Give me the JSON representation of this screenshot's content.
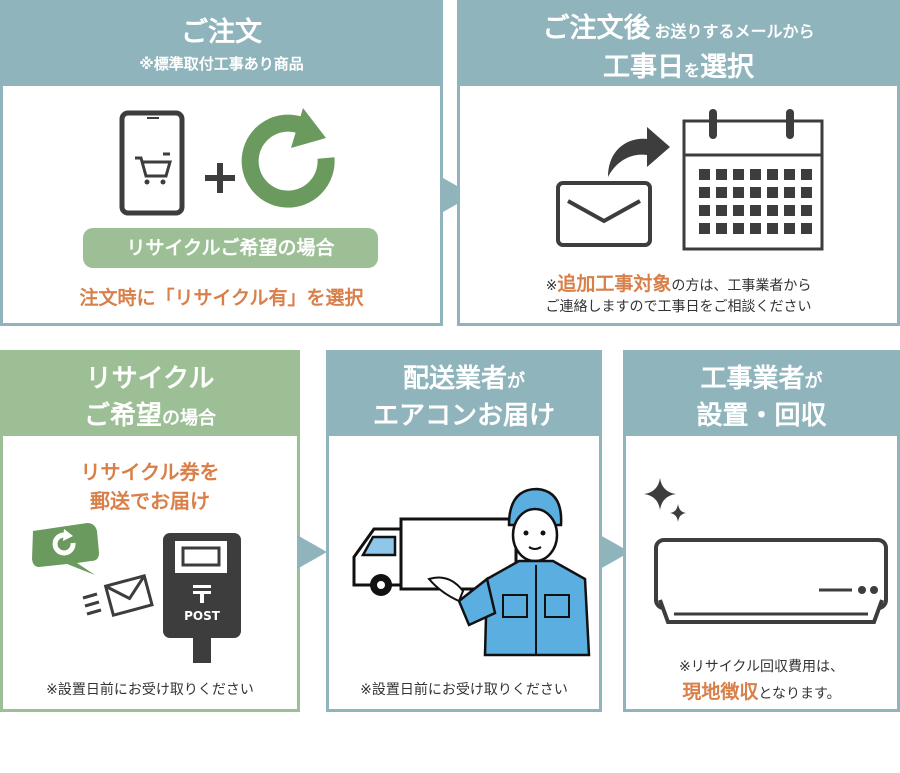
{
  "colors": {
    "teal": "#8fb4bb",
    "green": "#9cbf95",
    "orange": "#d9804a",
    "icon_dark": "#3d3d3d",
    "recycle_green": "#6a9a5e",
    "worker_blue": "#5aaee0"
  },
  "step1": {
    "title": "ご注文",
    "subtitle": "※標準取付工事あり商品",
    "icons": [
      "smartphone-cart-icon",
      "plus-icon",
      "recycle-arrow-icon"
    ],
    "pill": "リサイクルご希望の場合",
    "note": "注文時に「リサイクル有」を選択"
  },
  "step2": {
    "title_big": "ご注文後",
    "title_small": "お送りするメールから",
    "title2_big1": "工事日",
    "title2_small": "を",
    "title2_big2": "選択",
    "icons": [
      "envelope-icon",
      "curved-arrow-icon",
      "calendar-icon"
    ],
    "note_prefix": "※",
    "note_highlight": "追加工事対象",
    "note_rest": "の方は、工事業者から",
    "note_line2": "ご連絡しますので工事日をご相談ください"
  },
  "step3": {
    "title_line1": "リサイクル",
    "title_big": "ご希望",
    "title_small": "の場合",
    "highlight_line1": "リサイクル券を",
    "highlight_line2": "郵送でお届け",
    "post_label": "POST",
    "icons": [
      "recycle-chat-bubble-icon",
      "flying-envelope-icon",
      "postbox-icon"
    ],
    "note": "※設置日前にお受け取りください"
  },
  "step4": {
    "title_big": "配送業者",
    "title_small": "が",
    "title_line2": "エアコンお届け",
    "icons": [
      "delivery-truck-icon",
      "delivery-worker-icon"
    ],
    "note": "※設置日前にお受け取りください"
  },
  "step5": {
    "title_big": "工事業者",
    "title_small": "が",
    "title_line2": "設置・回収",
    "icons": [
      "sparkle-icon",
      "air-conditioner-icon"
    ],
    "note_line1": "※リサイクル回収費用は、",
    "note_highlight": "現地徴収",
    "note_rest": "となります。"
  }
}
